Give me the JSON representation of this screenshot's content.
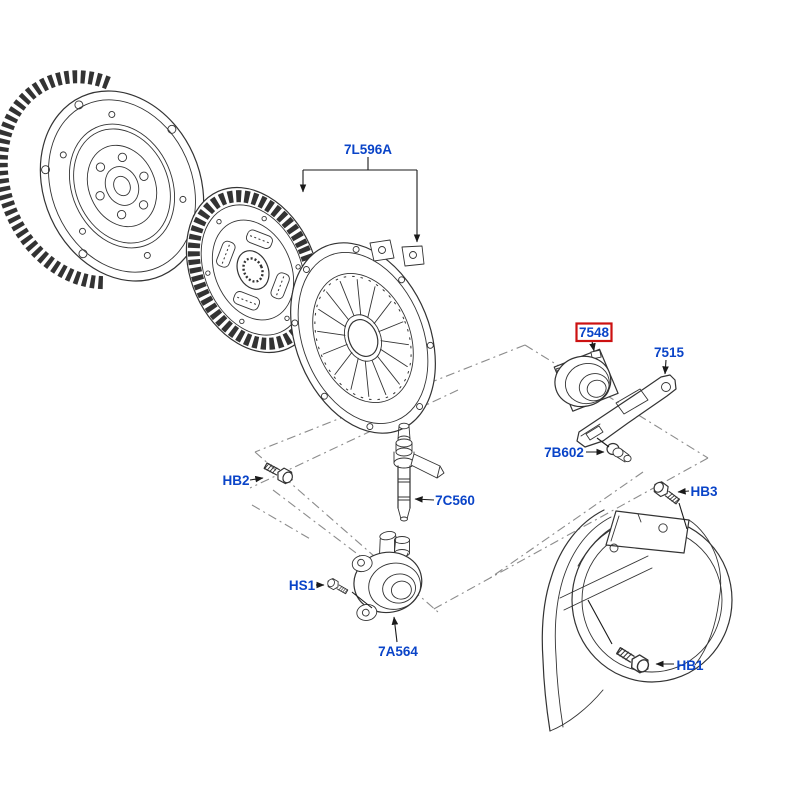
{
  "diagram": {
    "labels": {
      "clutch_kit": "7L596A",
      "release_bearing": "7548",
      "release_lever": "7515",
      "lever_pivot_bolt": "7B602",
      "bolt_hb2": "HB2",
      "bolt_hb3": "HB3",
      "guide_tube": "7C560",
      "screw_hs1": "HS1",
      "slave_cylinder": "7A564",
      "bolt_hb1": "HB1"
    },
    "highlighted_label": "7548",
    "colors": {
      "label": "#0a44c8",
      "highlight": "#cc1111",
      "line": "#333333",
      "plane_line": "#8c8c8c",
      "background": "#ffffff"
    }
  }
}
